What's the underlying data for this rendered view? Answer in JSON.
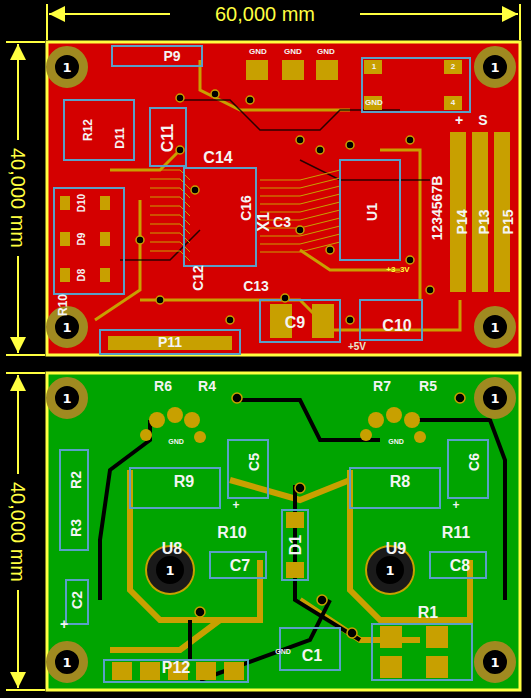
{
  "diagram": {
    "nodes": [
      {
        "text": [
          "1"
        ]
      },
      {
        "text": [
          "1"
        ]
      },
      {
        "text": [
          "1"
        ]
      },
      {
        "text": [
          "1"
        ]
      },
      {
        "text": [
          "1"
        ]
      },
      {
        "text": [
          "1"
        ]
      },
      {
        "text": [
          "1"
        ]
      },
      {
        "text": [
          "1"
        ]
      },
      {
        "text": [
          "1"
        ]
      },
      {
        "text": [
          "1"
        ]
      }
    ],
    "labels": [
      "60,000 mm",
      "40,000 mm",
      "40,000 mm",
      "P9",
      "GND",
      "GND",
      "GND",
      "1",
      "2",
      "GND",
      "4",
      "C11",
      "C14",
      "C16",
      "X1",
      "C3",
      "C12",
      "C13",
      "U1",
      "C9",
      "C10",
      "+5V",
      "+3_3V",
      "P11",
      "P14",
      "P13",
      "P15",
      "+",
      "S",
      "1234567B",
      "R12",
      "D11",
      "D10",
      "D9",
      "D8",
      "R10",
      "R6",
      "R4",
      "R7",
      "R5",
      "GND",
      "GND",
      "R9",
      "R8",
      "C5",
      "C6",
      "R10",
      "R11",
      "U8",
      "U9",
      "C7",
      "C8",
      "D1",
      "R2",
      "R3",
      "C2",
      "C1",
      "R1",
      "P12",
      "GND",
      "+",
      "+",
      "+"
    ]
  }
}
